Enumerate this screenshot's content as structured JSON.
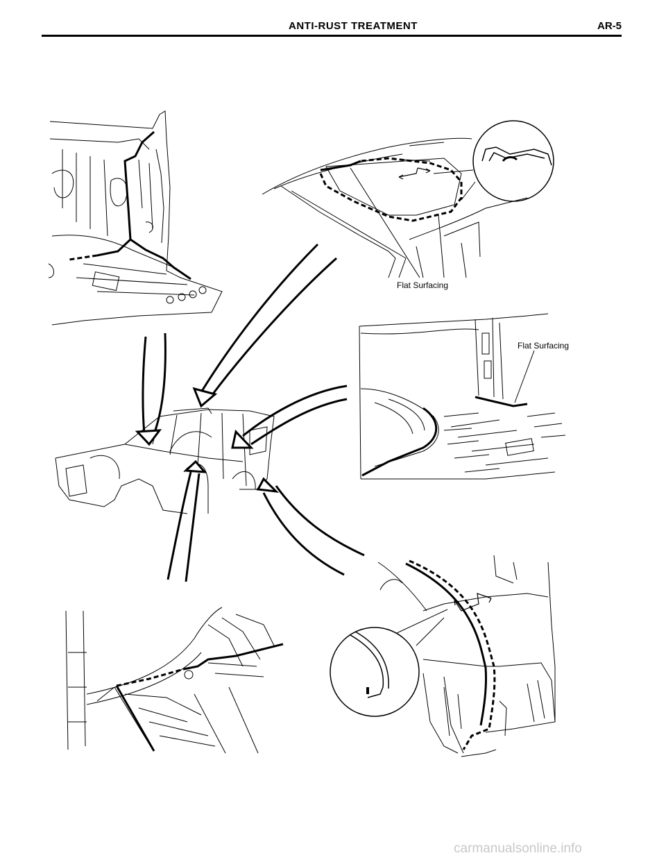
{
  "header": {
    "title": "ANTI-RUST  TREATMENT",
    "page": "AR-5"
  },
  "callouts": {
    "roof": "Flat Surfacing",
    "floor": "Flat Surfacing"
  },
  "watermark": "carmanualsonline.info"
}
